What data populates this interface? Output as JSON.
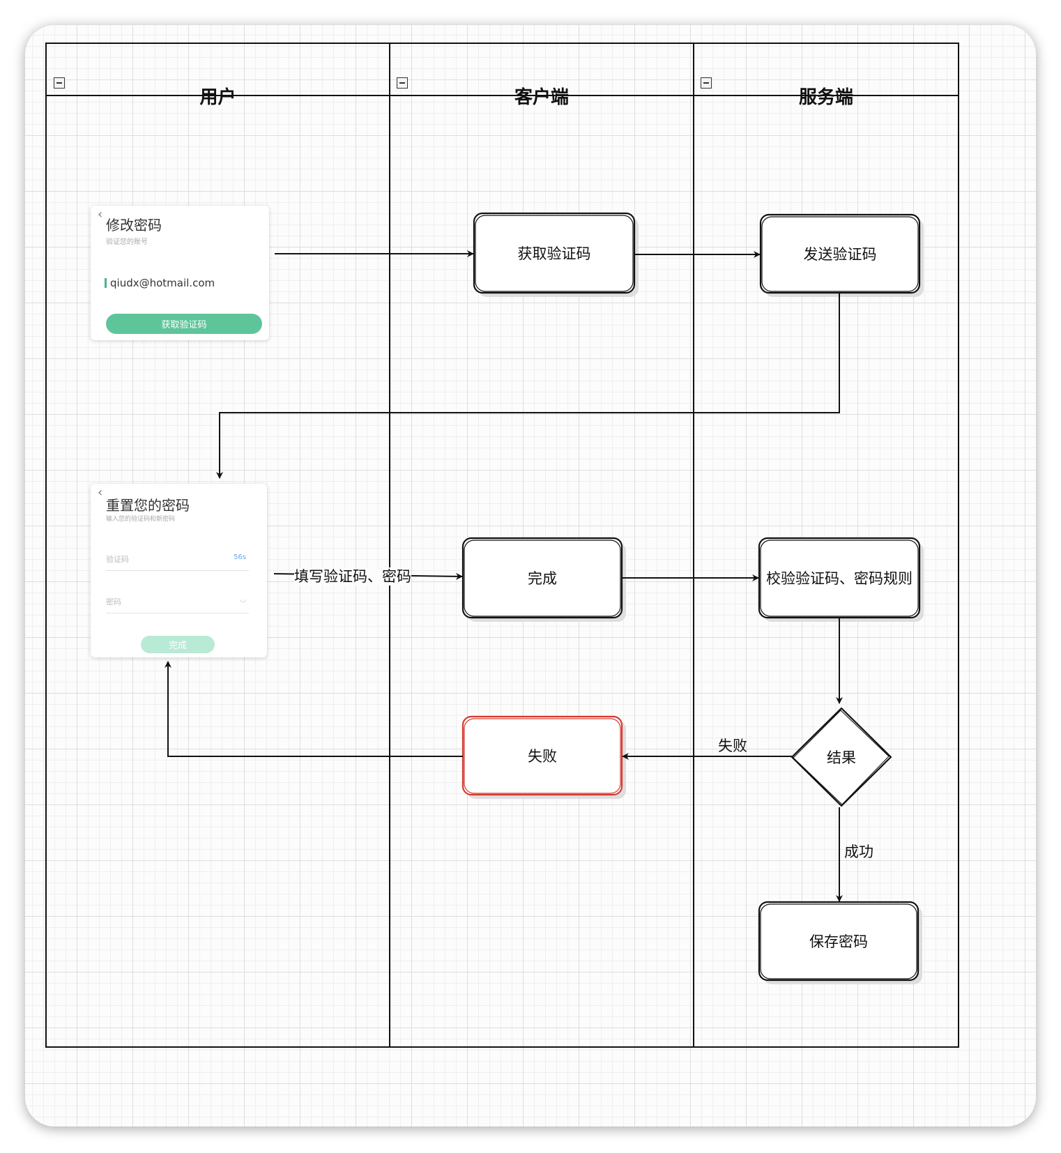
{
  "lanes": [
    {
      "title": "用户"
    },
    {
      "title": "客户端"
    },
    {
      "title": "服务端"
    }
  ],
  "nodes": {
    "get_code": "获取验证码",
    "send_code": "发送验证码",
    "complete": "完成",
    "verify": "校验验证码、密码规则",
    "result": "结果",
    "fail": "失败",
    "save": "保存密码"
  },
  "edges": {
    "fill_code": "填写验证码、密码",
    "fail": "失败",
    "success": "成功"
  },
  "card_change_password": {
    "back": "‹",
    "title": "修改密码",
    "subtitle": "验证您的账号",
    "email": "qiudx@hotmail.com",
    "button": "获取验证码"
  },
  "card_reset_password": {
    "back": "‹",
    "title": "重置您的密码",
    "subtitle": "输入您的验证码和新密码",
    "code_placeholder": "验证码",
    "countdown": "56s",
    "password_placeholder": "密码",
    "button": "完成"
  },
  "colors": {
    "accent_green": "#5ec59b",
    "accent_green_light": "#b8ead6",
    "fail_red": "#d63a2f",
    "countdown_blue": "#6ea4e4"
  }
}
